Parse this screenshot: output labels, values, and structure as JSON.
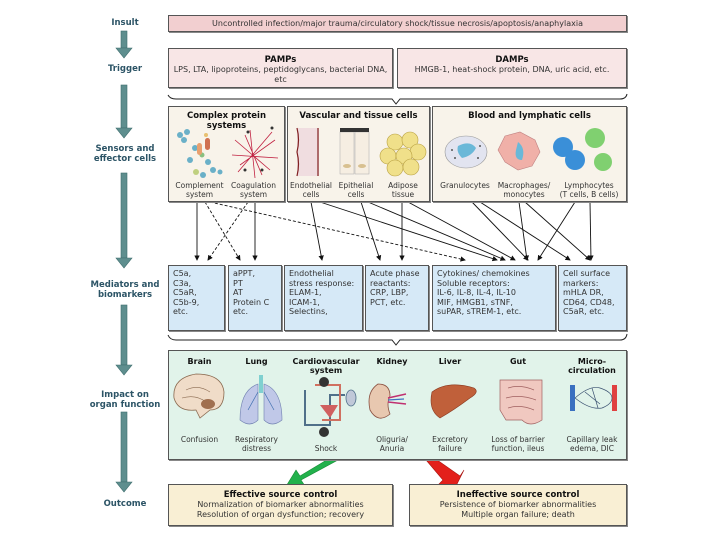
{
  "stages": {
    "insult": "Insult",
    "trigger": "Trigger",
    "sensors": "Sensors and\neffector cells",
    "mediators": "Mediators and\nbiomarkers",
    "impact": "Impact on\norgan function",
    "outcome": "Outcome"
  },
  "insult": {
    "text": "Uncontrolled infection/major trauma/circulatory shock/tissue necrosis/apoptosis/anaphylaxia"
  },
  "trigger": {
    "pamps": {
      "title": "PAMPs",
      "text": "LPS, LTA, lipoproteins, peptidoglycans, bacterial DNA, etc"
    },
    "damps": {
      "title": "DAMPs",
      "text": "HMGB-1, heat-shock protein, DNA, uric acid, etc."
    }
  },
  "sensors": {
    "groups": [
      {
        "title": "Complex protein systems",
        "items": [
          "Complement\nsystem",
          "Coagulation\nsystem"
        ]
      },
      {
        "title": "Vascular and tissue cells",
        "items": [
          "Endothelial\ncells",
          "Epithelial\ncells",
          "Adipose\ntissue"
        ]
      },
      {
        "title": "Blood and lymphatic cells",
        "items": [
          "Granulocytes",
          "Macrophages/\nmonocytes",
          "Lymphocytes\n(T cells, B cells)"
        ]
      }
    ]
  },
  "mediators": [
    "C5a,\nC3a,\nC5aR,\nC5b-9,\netc.",
    "aPPT,\nPT\nAT\nProtein C\netc.",
    "Endothelial\nstress response:\nELAM-1,\nICAM-1,\nSelectins,",
    "Acute phase\nreactants:\nCRP, LBP,\nPCT, etc.",
    "Cytokines/ chemokines\nSoluble receptors:\nIL-6, IL-8, IL-4, IL-10\nMIF, HMGB1, sTNF,\nsuPAR, sTREM-1, etc.",
    "Cell surface\nmarkers:\nmHLA DR,\nCD64, CD48,\nC5aR, etc."
  ],
  "organs": [
    {
      "name": "Brain",
      "effect": "Confusion"
    },
    {
      "name": "Lung",
      "effect": "Respiratory\ndistress"
    },
    {
      "name": "Cardiovascular\nsystem",
      "effect": "Shock"
    },
    {
      "name": "Kidney",
      "effect": "Oliguria/\nAnuria"
    },
    {
      "name": "Liver",
      "effect": "Excretory\nfailure"
    },
    {
      "name": "Gut",
      "effect": "Loss of barrier\nfunction, ileus"
    },
    {
      "name": "Micro-\ncirculation",
      "effect": "Capillary leak\nedema, DIC"
    }
  ],
  "outcomes": {
    "effective": {
      "title": "Effective source control",
      "lines": [
        "Normalization of biomarker abnormalities",
        "Resolution of organ dysfunction; recovery"
      ]
    },
    "ineffective": {
      "title": "Ineffective source control",
      "lines": [
        "Persistence of biomarker abnormalities",
        "Multiple organ failure; death"
      ]
    }
  },
  "colors": {
    "stage_arrow": "#5e8e8e",
    "stage_text": "#2c5466",
    "good_arrow": "#22b14c",
    "bad_arrow": "#e3201b"
  }
}
